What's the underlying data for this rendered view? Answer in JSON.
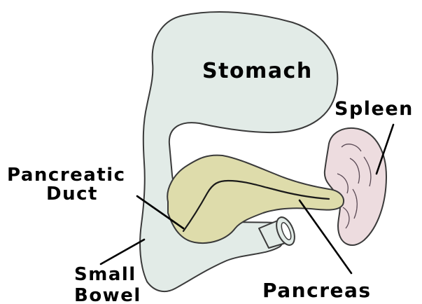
{
  "labels": {
    "stomach": "Stomach",
    "spleen": "Spleen",
    "pancreatic_duct_line1": "Pancreatic",
    "pancreatic_duct_line2": "Duct",
    "small_bowel_line1": "Small",
    "small_bowel_line2": "Bowel",
    "pancreas": "Pancreas"
  },
  "colors": {
    "stomach_bowel_fill": "#e2ebe7",
    "pancreas_fill": "#dedcab",
    "spleen_fill": "#eddcdf",
    "outline": "#3a3a3a"
  }
}
